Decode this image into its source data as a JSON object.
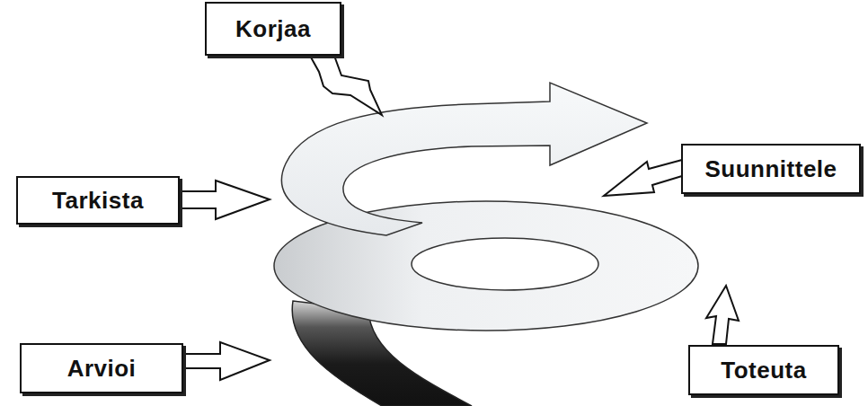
{
  "diagram": {
    "nodes": [
      {
        "text": [
          "Korjaa"
        ]
      },
      {
        "text": [
          "Suunnittele"
        ]
      },
      {
        "text": [
          "Tarkista"
        ]
      },
      {
        "text": [
          "Arvioi"
        ]
      },
      {
        "text": [
          "Toteuta"
        ]
      }
    ]
  }
}
